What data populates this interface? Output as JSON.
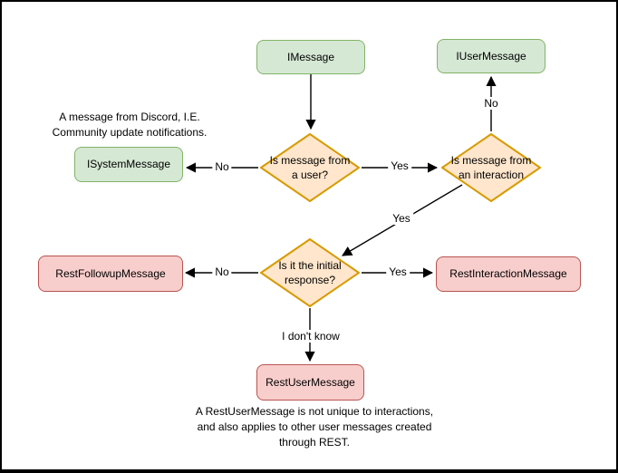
{
  "colors": {
    "background": "#ffffff",
    "text": "#000000",
    "edge": "#000000",
    "green-fill": "#d5e8d4",
    "green-stroke": "#82b366",
    "orange-fill": "#ffe6cc",
    "orange-stroke": "#d79b00",
    "red-fill": "#f8cecc",
    "red-stroke": "#b85450"
  },
  "nodes": {
    "imessage": "IMessage",
    "iusermessage": "IUserMessage",
    "isystemmessage": "ISystemMessage",
    "restfollowupmessage": "RestFollowupMessage",
    "restinteractionmessage": "RestInteractionMessage",
    "restusermessage": "RestUserMessage"
  },
  "decisions": {
    "from_user": "Is message from\na user?",
    "from_interaction": "Is message from\nan interaction",
    "initial_response": "Is it the initial\nresponse?"
  },
  "edge_labels": {
    "d1_no": "No",
    "d1_yes": "Yes",
    "d2_no": "No",
    "d2_yes": "Yes",
    "d3_no": "No",
    "d3_yes": "Yes",
    "d3_unknown": "I don't know"
  },
  "notes": {
    "system_message": "A message from Discord, I.E.\nCommunity update notifications.",
    "rest_user": "A RestUserMessage is not unique to interactions,\nand also applies to other user messages created\nthrough REST."
  }
}
